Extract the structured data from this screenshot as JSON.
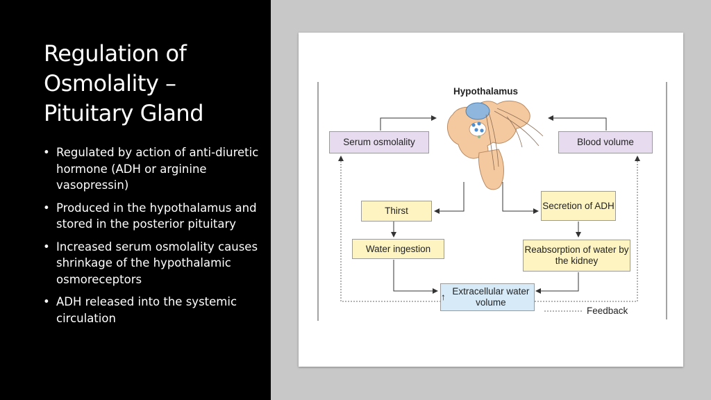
{
  "slide": {
    "title_lines": [
      "Regulation of",
      "Osmolality –",
      "Pituitary Gland"
    ],
    "bullets": [
      "Regulated by action of anti-diuretic hormone (ADH or arginine vasopressin)",
      "Produced in the hypothalamus and stored in the posterior pituitary",
      "Increased serum osmolality causes shrinkage of the hypothalamic osmoreceptors",
      "ADH released into the systemic circulation"
    ]
  },
  "diagram": {
    "hypothalamus_label": "Hypothalamus",
    "serum_osmolality": "Serum osmolality",
    "blood_volume": "Blood volume",
    "thirst": "Thirst",
    "secretion_adh": "Secretion of ADH",
    "water_ingestion": "Water ingestion",
    "reabsorption": "Reabsorption of water by the kidney",
    "extracellular_arrow": "↑",
    "extracellular": "Extracellular water volume",
    "feedback": "Feedback"
  },
  "colors": {
    "left_background": "#000000",
    "right_background": "#c8c8c8",
    "box_purple": "#e7dcef",
    "box_yellow": "#fdf4c2",
    "box_blue": "#d6eaf8",
    "gland_tan": "#f5c9a0",
    "gland_blue": "#8fb6dd"
  }
}
